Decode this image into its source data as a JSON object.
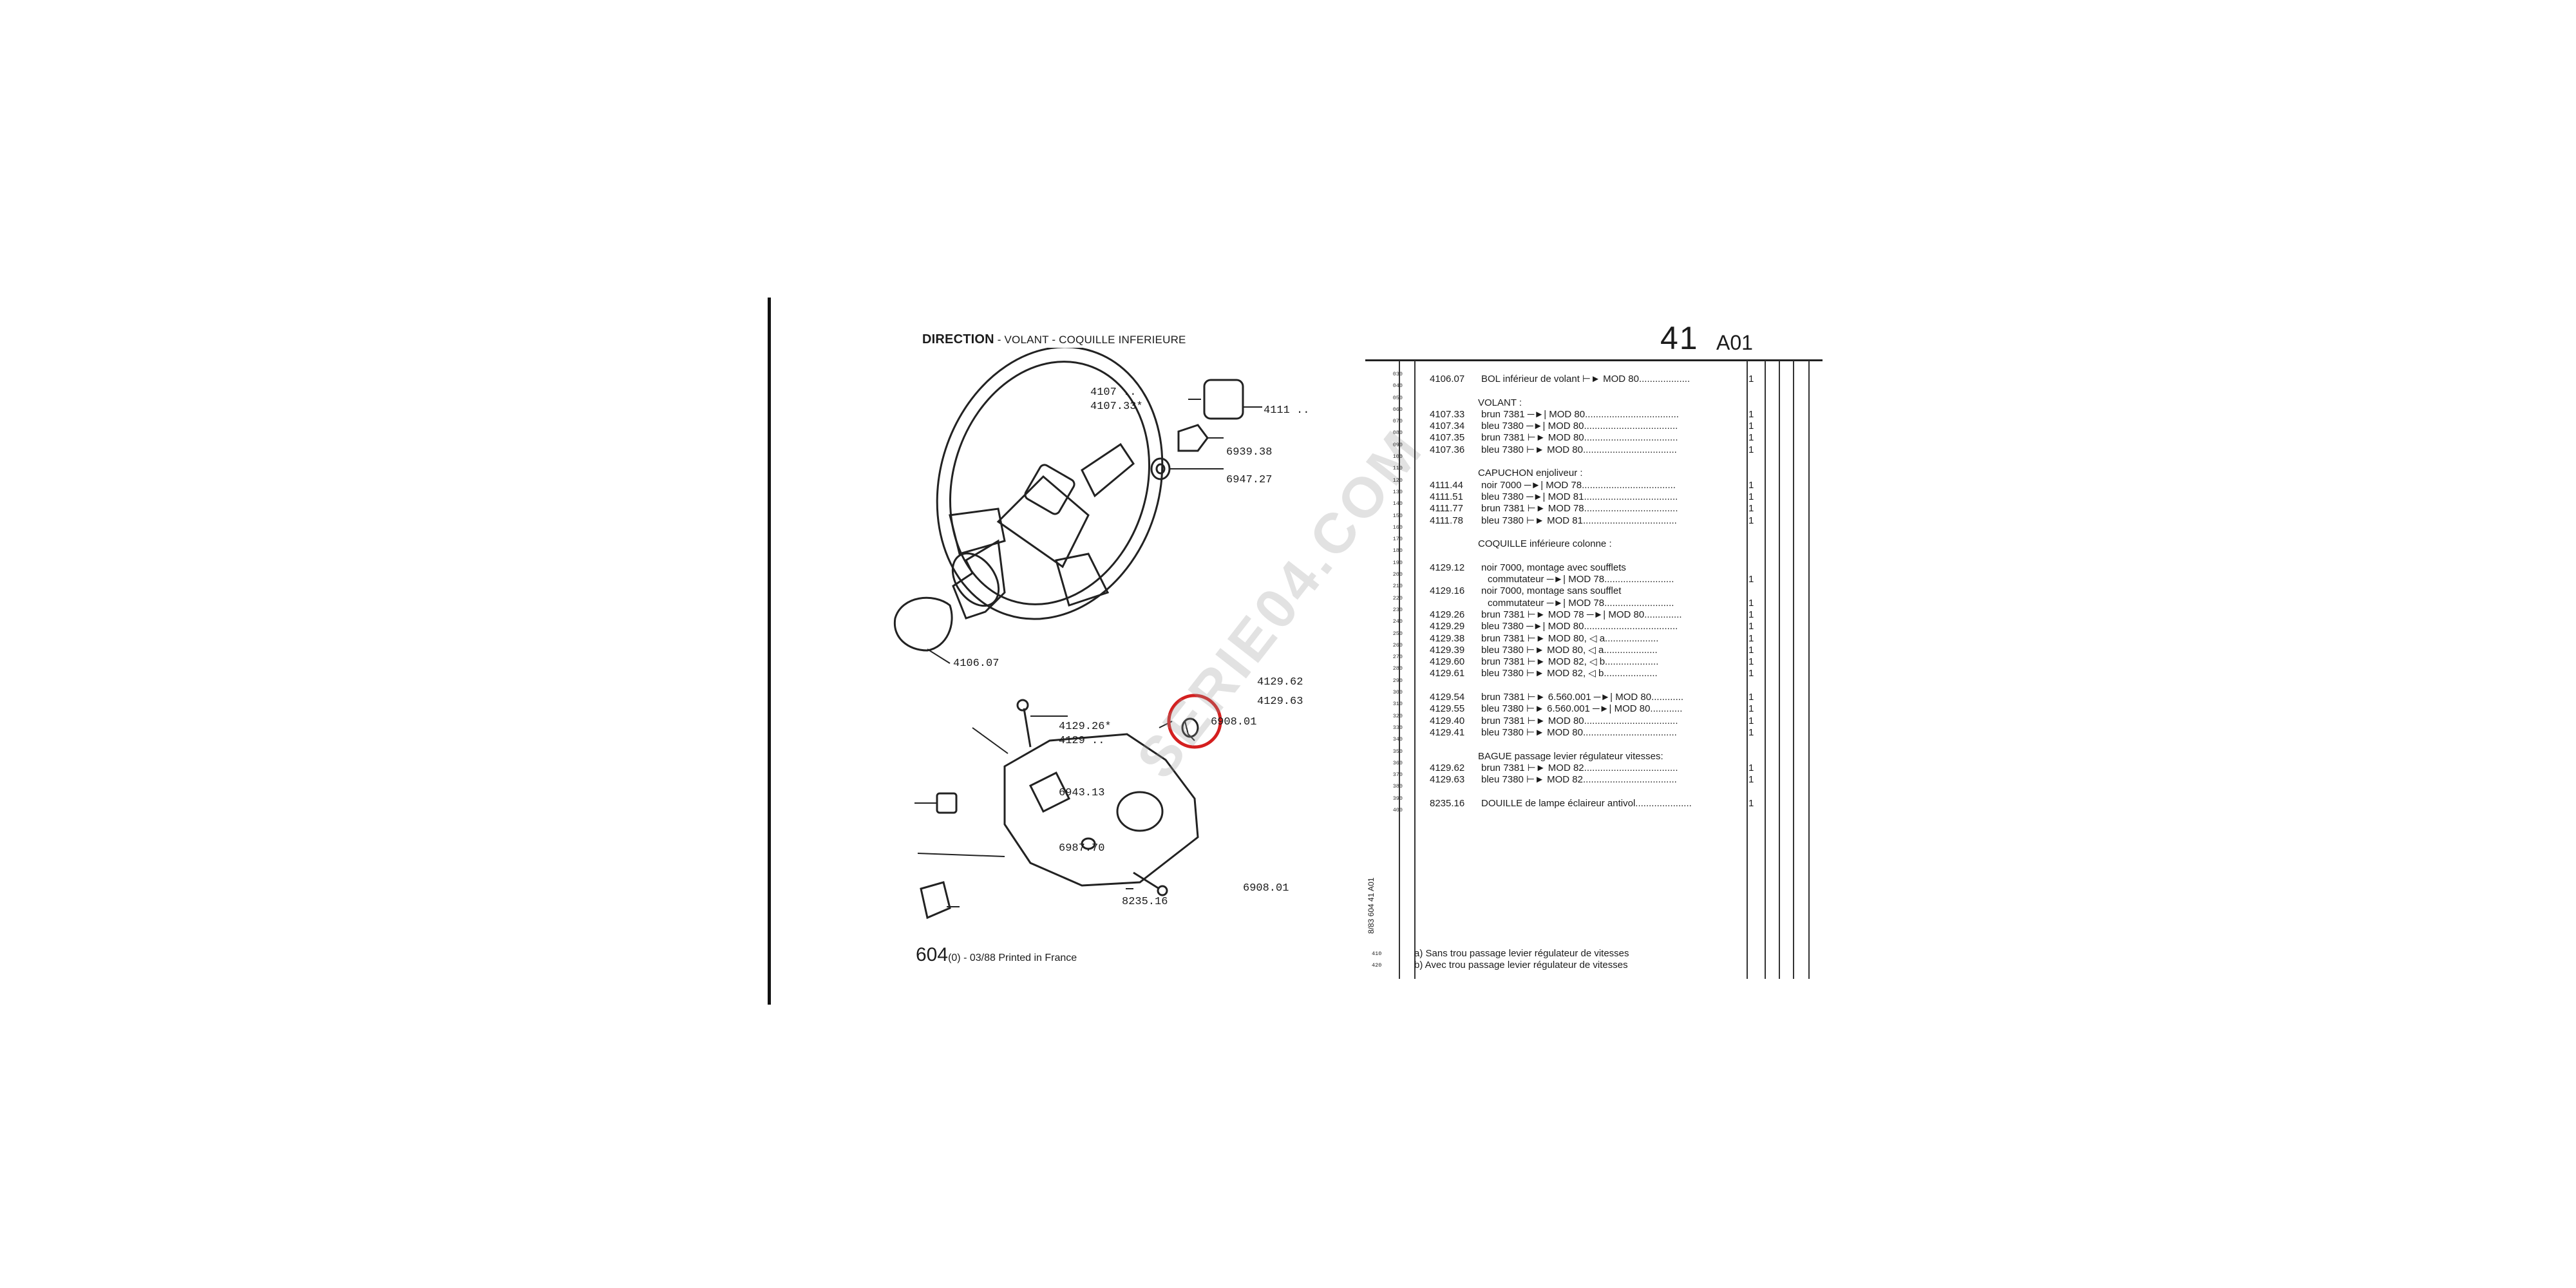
{
  "header": {
    "title_main": "DIRECTION",
    "title_sub": " - VOLANT - COQUILLE INFERIEURE",
    "page_number": "41",
    "page_code": "A01"
  },
  "diagram_labels": {
    "l4107": "4107 ..",
    "l4107_33": "4107.33*",
    "l4111": "4111 ..",
    "l6939_38": "6939.38",
    "l6947_27": "6947.27",
    "l4106_07": "4106.07",
    "l4129_62": "4129.62",
    "l4129_63": "4129.63",
    "l6908_01a": "6908.01",
    "l4129_26": "4129.26*",
    "l4129": "4129 ..",
    "l6943_13": "6943.13",
    "l6987_70": "6987.70",
    "l8235_16": "8235.16",
    "l6908_01b": "6908.01"
  },
  "line_numbers": [
    "030",
    "040",
    "050",
    "060",
    "070",
    "080",
    "090",
    "100",
    "110",
    "120",
    "130",
    "140",
    "150",
    "160",
    "170",
    "180",
    "190",
    "200",
    "210",
    "220",
    "230",
    "240",
    "250",
    "260",
    "270",
    "280",
    "290",
    "300",
    "310",
    "320",
    "330",
    "340",
    "350",
    "360",
    "370",
    "380",
    "390",
    "400"
  ],
  "vertical_code": "8/83 604 41 A01",
  "parts": [
    {
      "code": "4106.07",
      "desc": "BOL inférieur de volant ⊢► MOD 80...................",
      "qty": "1"
    },
    {
      "code": "",
      "desc": "",
      "qty": ""
    },
    {
      "code": "",
      "desc": "VOLANT :",
      "qty": "",
      "type": "section"
    },
    {
      "code": "4107.33",
      "desc": "brun 7381 ─►| MOD 80...................................",
      "qty": "1"
    },
    {
      "code": "4107.34",
      "desc": "bleu 7380 ─►| MOD 80...................................",
      "qty": "1"
    },
    {
      "code": "4107.35",
      "desc": "brun 7381 ⊢► MOD 80...................................",
      "qty": "1"
    },
    {
      "code": "4107.36",
      "desc": "bleu 7380 ⊢► MOD 80...................................",
      "qty": "1"
    },
    {
      "code": "",
      "desc": "",
      "qty": ""
    },
    {
      "code": "",
      "desc": "CAPUCHON enjoliveur :",
      "qty": "",
      "type": "section"
    },
    {
      "code": "4111.44",
      "desc": "noir 7000 ─►| MOD 78...................................",
      "qty": "1"
    },
    {
      "code": "4111.51",
      "desc": "bleu 7380 ─►| MOD 81...................................",
      "qty": "1"
    },
    {
      "code": "4111.77",
      "desc": "brun 7381 ⊢► MOD 78...................................",
      "qty": "1"
    },
    {
      "code": "4111.78",
      "desc": "bleu 7380 ⊢► MOD 81...................................",
      "qty": "1"
    },
    {
      "code": "",
      "desc": "",
      "qty": ""
    },
    {
      "code": "",
      "desc": "COQUILLE inférieure colonne :",
      "qty": "",
      "type": "section"
    },
    {
      "code": "",
      "desc": "",
      "qty": ""
    },
    {
      "code": "4129.12",
      "desc": "noir 7000, montage avec soufflets",
      "qty": ""
    },
    {
      "code": "",
      "desc": "commutateur ─►| MOD 78..........................",
      "qty": "1",
      "type": "indent"
    },
    {
      "code": "4129.16",
      "desc": "noir 7000, montage sans soufflet",
      "qty": ""
    },
    {
      "code": "",
      "desc": "commutateur ─►| MOD 78..........................",
      "qty": "1",
      "type": "indent"
    },
    {
      "code": "4129.26",
      "desc": "brun 7381 ⊢► MOD 78 ─►| MOD 80..............",
      "qty": "1"
    },
    {
      "code": "4129.29",
      "desc": "bleu 7380 ─►| MOD 80...................................",
      "qty": "1"
    },
    {
      "code": "4129.38",
      "desc": "brun 7381 ⊢► MOD 80, ◁ a....................",
      "qty": "1"
    },
    {
      "code": "4129.39",
      "desc": "bleu 7380 ⊢► MOD 80, ◁ a....................",
      "qty": "1"
    },
    {
      "code": "4129.60",
      "desc": "brun 7381 ⊢► MOD 82, ◁ b....................",
      "qty": "1"
    },
    {
      "code": "4129.61",
      "desc": "bleu 7380 ⊢► MOD 82, ◁ b....................",
      "qty": "1"
    },
    {
      "code": "",
      "desc": "",
      "qty": ""
    },
    {
      "code": "4129.54",
      "desc": "brun 7381 ⊢► 6.560.001 ─►| MOD 80............",
      "qty": "1"
    },
    {
      "code": "4129.55",
      "desc": "bleu 7380 ⊢► 6.560.001 ─►| MOD 80............",
      "qty": "1"
    },
    {
      "code": "4129.40",
      "desc": "brun 7381 ⊢► MOD 80...................................",
      "qty": "1"
    },
    {
      "code": "4129.41",
      "desc": "bleu 7380 ⊢► MOD 80...................................",
      "qty": "1"
    },
    {
      "code": "",
      "desc": "",
      "qty": ""
    },
    {
      "code": "",
      "desc": "BAGUE passage levier régulateur vitesses:",
      "qty": "",
      "type": "section"
    },
    {
      "code": "4129.62",
      "desc": "brun 7381 ⊢► MOD 82...................................",
      "qty": "1"
    },
    {
      "code": "4129.63",
      "desc": "bleu 7380 ⊢► MOD 82...................................",
      "qty": "1"
    },
    {
      "code": "",
      "desc": "",
      "qty": ""
    },
    {
      "code": "8235.16",
      "desc": "DOUILLE de lampe éclaireur antivol.....................",
      "qty": "1"
    }
  ],
  "footer": {
    "model": "604",
    "print_info": "(0) - 03/88 Printed in France",
    "note_a": "a) Sans trou passage levier régulateur de vitesses",
    "note_b": "b) Avec trou passage levier régulateur de vitesses",
    "line_410": "410",
    "line_420": "420"
  },
  "watermark": "SERIE04.COM",
  "colors": {
    "highlight_circle": "#d41f1f",
    "ink": "#1b1b1b"
  }
}
